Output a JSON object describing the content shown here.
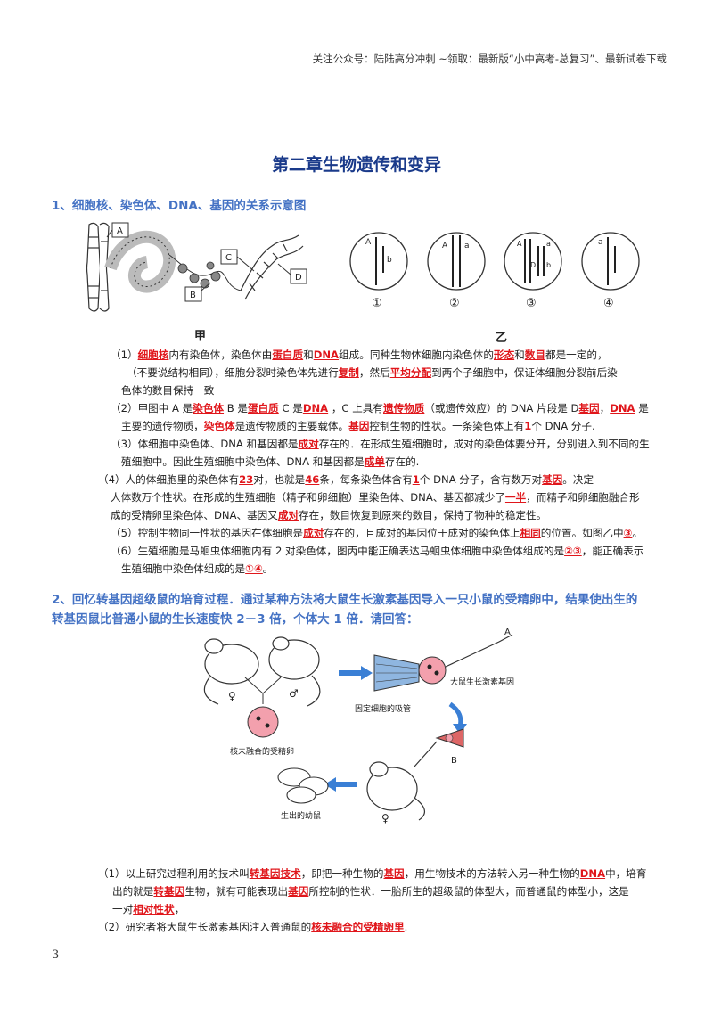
{
  "header_note": "关注公众号：陆陆高分冲刺  ~领取：最新版“小中高考-总复习”、最新试卷下载",
  "title": "第二章生物遗传和变异",
  "section1": {
    "heading": "1、细胞核、染色体、DNA、基因的关系示意图",
    "fig_jia_labels": [
      "A",
      "B",
      "C",
      "D"
    ],
    "fig_jia_caption": "甲",
    "fig_yi_caption": "乙",
    "fig_yi_circle_numbers": [
      "①",
      "②",
      "③",
      "④"
    ],
    "fig_yi_letters": {
      "c1": [
        "A",
        "b"
      ],
      "c2": [
        "A",
        "a"
      ],
      "c3": [
        "A",
        "a",
        "D",
        "b"
      ],
      "c4": [
        "a"
      ]
    },
    "items": [
      [
        "（1）",
        {
          "a": "细胞核"
        },
        "内有染色体，染色体由",
        {
          "a": "蛋白质"
        },
        "和",
        {
          "a": "DNA"
        },
        "组成。同种生物体细胞内染色体的",
        {
          "a": "形态"
        },
        "和",
        {
          "a": "数目"
        },
        "都是一定的，"
      ],
      [
        "（不要说结构相同），细胞分裂时染色体先进行",
        {
          "a": "复制"
        },
        "，然后",
        {
          "a": "平均分配"
        },
        "到两个子细胞中，保证体细胞分裂前后染"
      ],
      [
        "色体的数目保持一致"
      ],
      [
        "（2）甲图中 A 是",
        {
          "a": "染色体"
        },
        " B 是",
        {
          "a": "蛋白质"
        },
        " C 是",
        {
          "a": "DNA"
        },
        " ，C 上具有",
        {
          "a": "遗传物质"
        },
        "（或遗传效应）的 DNA 片段是 D",
        {
          "a": "基因"
        },
        "，",
        {
          "a": "DNA"
        },
        " 是"
      ],
      [
        "主要的遗传物质，",
        {
          "a": "染色体"
        },
        "是遗传物质的主要载体。",
        {
          "a": "基因"
        },
        "控制生物的性状。一条染色体上有",
        {
          "a": "1"
        },
        "个 DNA 分子."
      ],
      [
        "（3）体细胞中染色体、DNA 和基因都是",
        {
          "a": "成对"
        },
        "存在的．在形成生殖细胞时，成对的染色体要分开，分别进入到不同的生"
      ],
      [
        "殖细胞中。因此生殖细胞中染色体、DNA 和基因都是",
        {
          "a": "成单"
        },
        "存在的."
      ],
      [
        "（4）人的体细胞里的染色体有",
        {
          "a": "23"
        },
        "对，也就是",
        {
          "a": "46"
        },
        "条，每条染色体含有",
        {
          "a": "1"
        },
        "个 DNA 分子，含有数万对",
        {
          "a": "基因"
        },
        "。决定"
      ],
      [
        "人体数万个性状。在形成的生殖细胞（精子和卵细胞）里染色体、DNA、基因都减少了",
        {
          "a": "一半"
        },
        "，而精子和卵细胞融合形"
      ],
      [
        "成的受精卵里染色体、DNA、基因又",
        {
          "a": "成对"
        },
        "存在，数目恢复到原来的数目，保持了物种的稳定性。"
      ],
      [
        "（5）控制生物同一性状的基因在体细胞是",
        {
          "a": "成对"
        },
        "存在的，且成对的基因位于成对的染色体上",
        {
          "a": "相同"
        },
        "的位置。如图乙中",
        {
          "a": "③"
        },
        "。"
      ],
      [
        "（6）生殖细胞是马蛔虫体细胞内有 2 对染色体，图丙中能正确表达马蛔虫体细胞中染色体组成的是",
        {
          "a": "②③"
        },
        "，能正确表示"
      ],
      [
        "生殖细胞中染色体组成的是",
        {
          "a": "①④"
        },
        "。"
      ]
    ]
  },
  "section2": {
    "heading_line1": "2、回忆转基因超级鼠的培育过程．通过某种方法将大鼠生长激素基因导入一只小鼠的受精卵中，结果使出生的",
    "heading_line2": "转基因鼠比普通小鼠的生长速度快 2－3 倍，个体大 1 倍．请回答：",
    "figure_labels": {
      "female": "♀",
      "male": "♂",
      "zygote": "核未融合的受精卵",
      "pipette": "固定细胞的吸管",
      "gene": "大鼠生长激素基因",
      "a": "A",
      "b": "B",
      "pups": "生出的幼鼠",
      "surrogate": "♀"
    },
    "items": [
      [
        "（1）以上研究过程利用的技术叫",
        {
          "a": "转基因技术"
        },
        "，即把一种生物的",
        {
          "a": "基因"
        },
        "，用生物技术的方法转入另一种生物的",
        {
          "a": "DNA"
        },
        "中，培育"
      ],
      [
        "出的就是",
        {
          "a": "转基因"
        },
        "生物，就有可能表现出",
        {
          "a": "基因"
        },
        "所控制的性状．一胎所生的超级鼠的体型大，而普通鼠的体型小，这是"
      ],
      [
        "一对",
        {
          "a": "相对性状"
        },
        "，"
      ],
      [
        "（2）研究者将大鼠生长激素基因注入普通鼠的",
        {
          "a": "核未融合的受精卵里"
        },
        "."
      ]
    ]
  },
  "page_number": "3"
}
